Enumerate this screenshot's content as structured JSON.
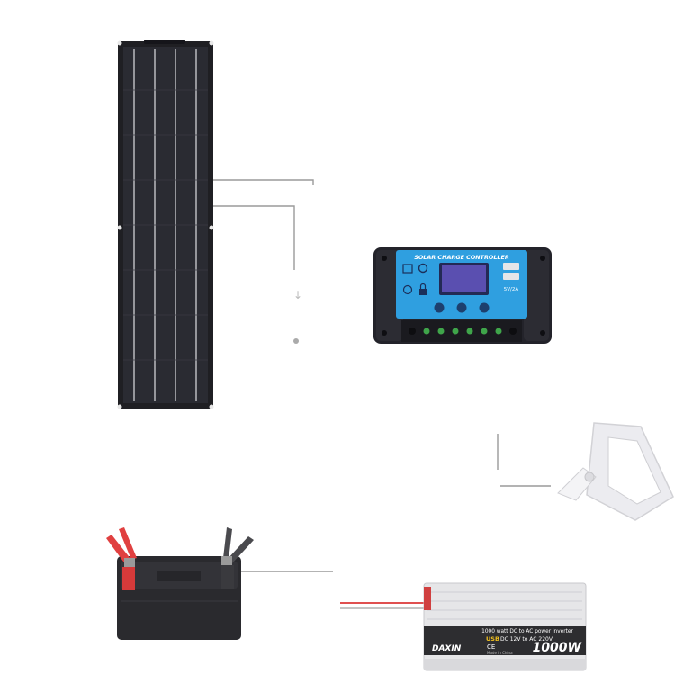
{
  "colors": {
    "background": "#ffffff",
    "panel_frame": "#1f1f23",
    "panel_cell": "#2b2c33",
    "panel_line": "#c8c8cc",
    "wire": "#9a9a9a",
    "controller_body": "#23232a",
    "controller_face": "#2f9fe0",
    "controller_screen": "#6a5cc8",
    "terminal": "#3fa54a",
    "battery_body": "#2a2a2e",
    "clamp_red": "#e04040",
    "clamp_black": "#4a4a4e",
    "inverter_body": "#e6e6e8",
    "inverter_band": "#2d2d30",
    "lamp_body": "#f2f2f4"
  },
  "controller": {
    "title": "SOLAR CHARGE CONTROLLER",
    "usb_label": "5V/2A"
  },
  "inverter": {
    "top_line": "1000 watt DC to AC power inverter",
    "spec_prefix": "USB",
    "spec_line": "DC 12V to AC 220V",
    "brand": "DAXIN",
    "power": "1000W",
    "origin": "Made in China"
  },
  "components": [
    {
      "name": "solar-panel",
      "icon": "solar-panel-icon"
    },
    {
      "name": "charge-controller",
      "icon": "controller-icon"
    },
    {
      "name": "flood-light",
      "icon": "floodlight-icon"
    },
    {
      "name": "battery",
      "icon": "battery-icon"
    },
    {
      "name": "power-inverter",
      "icon": "inverter-icon"
    }
  ]
}
